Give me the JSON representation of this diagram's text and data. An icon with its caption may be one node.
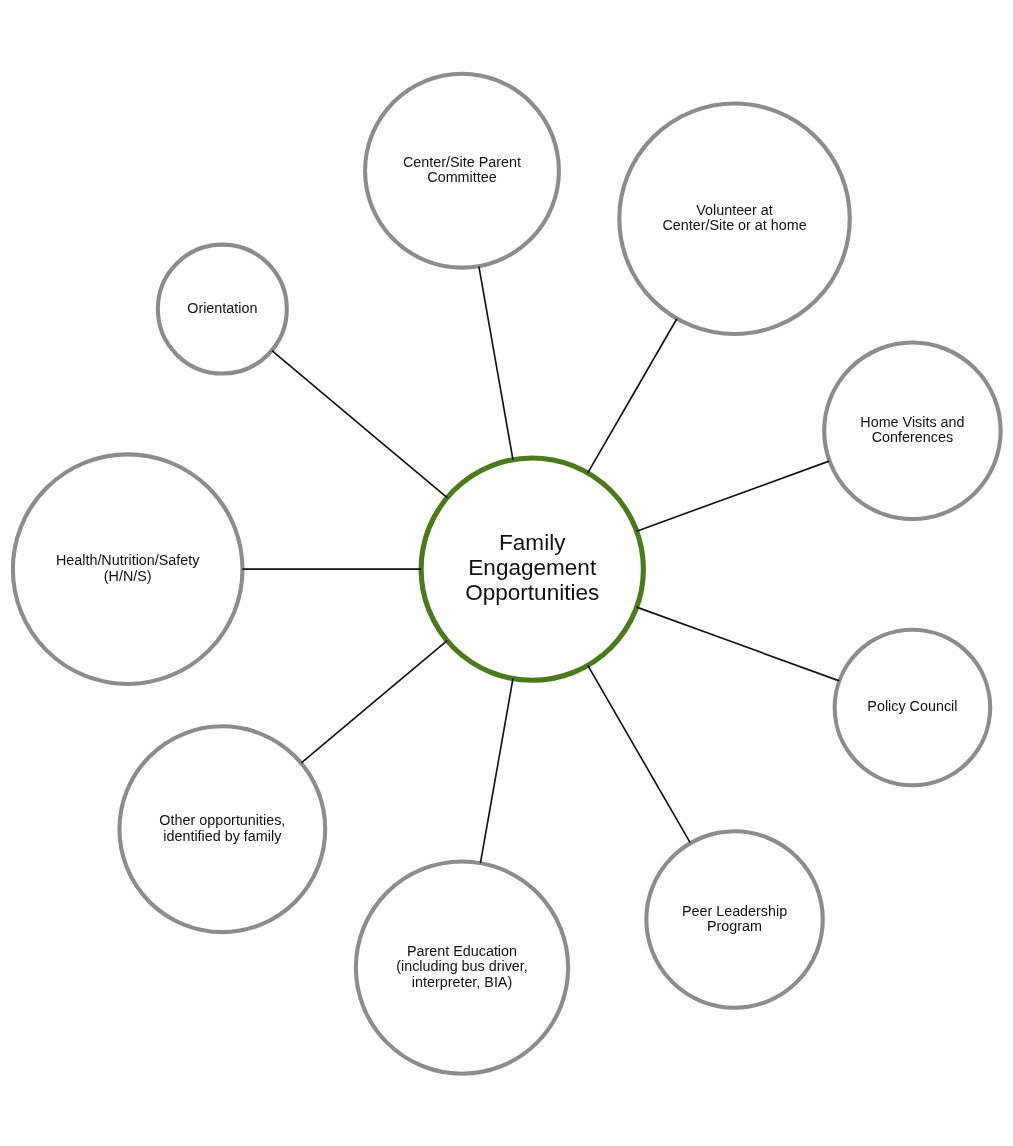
{
  "diagram": {
    "nodes": [
      {
        "text": [
          "Family Engagement Opportunities"
        ]
      },
      {
        "text": [
          "Home Visits and Conferences"
        ]
      },
      {
        "text": [
          "Volunteer at Center/Site or at home"
        ]
      },
      {
        "text": [
          "Center/Site Parent Committee"
        ]
      },
      {
        "text": [
          "Orientation"
        ]
      },
      {
        "text": [
          "Health/Nutrition/Safety (H/N/S)"
        ]
      },
      {
        "text": [
          "Other opportunities, identified by family"
        ]
      },
      {
        "text": [
          "Parent Education (including bus driver, interpreter, BIA)"
        ]
      },
      {
        "text": [
          "Peer Leadership Program"
        ]
      },
      {
        "text": [
          "Policy Council"
        ]
      }
    ],
    "edges": [
      {
        "from": 0,
        "to": 1,
        "arrow": "none"
      },
      {
        "from": 0,
        "to": 2,
        "arrow": "none"
      },
      {
        "from": 0,
        "to": 3,
        "arrow": "none"
      },
      {
        "from": 0,
        "to": 4,
        "arrow": "none"
      },
      {
        "from": 0,
        "to": 5,
        "arrow": "none"
      },
      {
        "from": 0,
        "to": 6,
        "arrow": "none"
      },
      {
        "from": 0,
        "to": 7,
        "arrow": "none"
      },
      {
        "from": 0,
        "to": 8,
        "arrow": "none"
      },
      {
        "from": 0,
        "to": 9,
        "arrow": "none"
      }
    ]
  }
}
